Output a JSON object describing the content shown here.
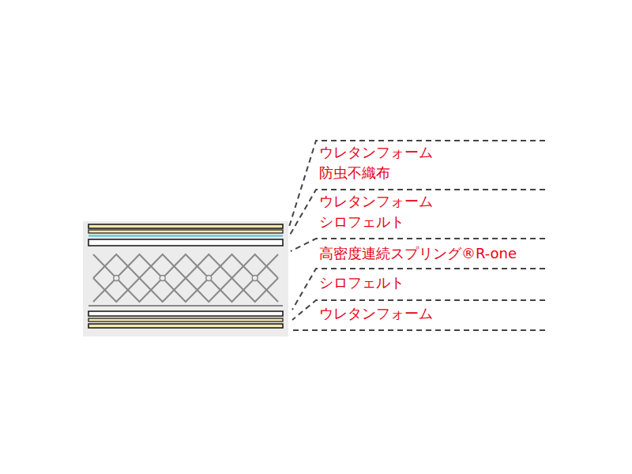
{
  "diagram": {
    "labels": [
      "ウレタンフォーム",
      "防虫不織布",
      "ウレタンフォーム",
      "シロフェルト",
      "高密度連続スプリング®R-one",
      "シロフェルト",
      "ウレタンフォーム"
    ]
  }
}
